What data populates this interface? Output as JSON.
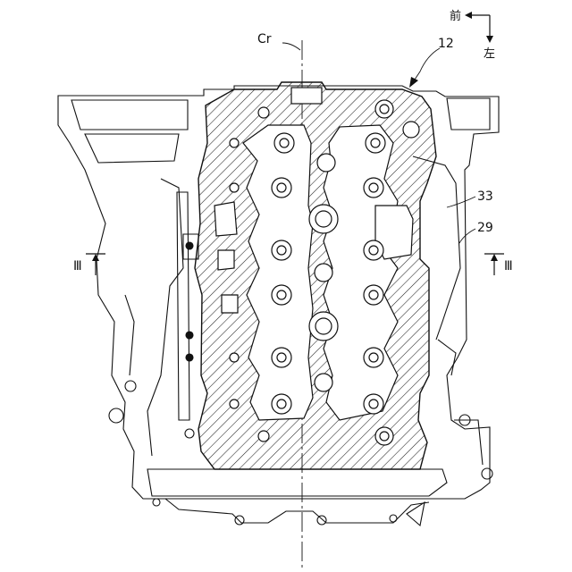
{
  "orientation": {
    "front_label": "前",
    "left_label": "左"
  },
  "callouts": {
    "center_line": "Cr",
    "cylinder_head": "12",
    "gasket": "33",
    "cylinder_block": "29"
  },
  "section_marks": {
    "left": "Ⅲ",
    "right": "Ⅲ"
  },
  "colors": {
    "line": "#111111",
    "hatch": "#222222",
    "paper": "#ffffff"
  }
}
